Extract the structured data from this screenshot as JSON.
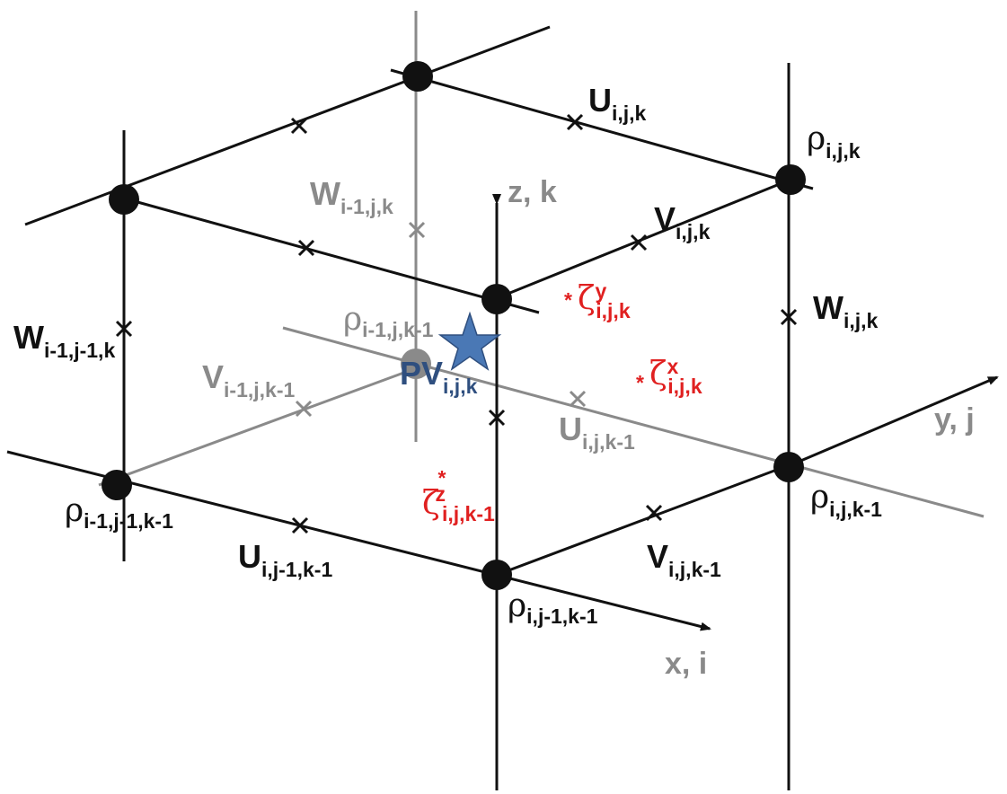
{
  "axes": {
    "z": "z, k",
    "y": "y, j",
    "x": "x, i"
  },
  "labels": {
    "u_ijk": {
      "main": "U",
      "sub": "i,j,k"
    },
    "rho_ijk": {
      "main": "ρ",
      "sub": "i,j,k"
    },
    "w_im1jk": {
      "main": "W",
      "sub": "i-1,j,k"
    },
    "v_ijk": {
      "main": "V",
      "sub": "i,j,k"
    },
    "zeta_y": {
      "star": "*",
      "main": "ζ",
      "sup": "y",
      "sub": "i,j,k"
    },
    "w_ijk": {
      "main": "W",
      "sub": "i,j,k"
    },
    "w_im1jm1k": {
      "main": "W",
      "sub": "i-1,j-1,k"
    },
    "rho_im1jkm1": {
      "main": "ρ",
      "sub": "i-1,j,k-1"
    },
    "pv": {
      "main": "PV",
      "sub": "i,j,k"
    },
    "v_im1jkm1": {
      "main": "V",
      "sub": "i-1,j,k-1"
    },
    "zeta_x": {
      "star": "*",
      "main": "ζ",
      "sup": "x",
      "sub": "i,j,k"
    },
    "u_ijkm1": {
      "main": "U",
      "sub": "i,j,k-1"
    },
    "zeta_z": {
      "star": "*",
      "main": "ζ",
      "sup": "z",
      "sub": "i,j,k-1"
    },
    "rho_im1jm1km1": {
      "main": "ρ",
      "sub": "i-1,j-1,k-1"
    },
    "rho_ijkm1": {
      "main": "ρ",
      "sub": "i,j,k-1"
    },
    "u_ijm1km1": {
      "main": "U",
      "sub": "i,j-1,k-1"
    },
    "v_ijkm1": {
      "main": "V",
      "sub": "i,j,k-1"
    },
    "rho_ijm1km1": {
      "main": "ρ",
      "sub": "i,j-1,k-1"
    }
  },
  "colors": {
    "black": "#111111",
    "gray": "#8a8a8a",
    "red": "#e02020",
    "star_fill": "#4a78b5",
    "pv_text": "#2f4f7f"
  },
  "icons": {
    "star": "star-icon",
    "node": "dot",
    "staggered_point": "cross"
  }
}
